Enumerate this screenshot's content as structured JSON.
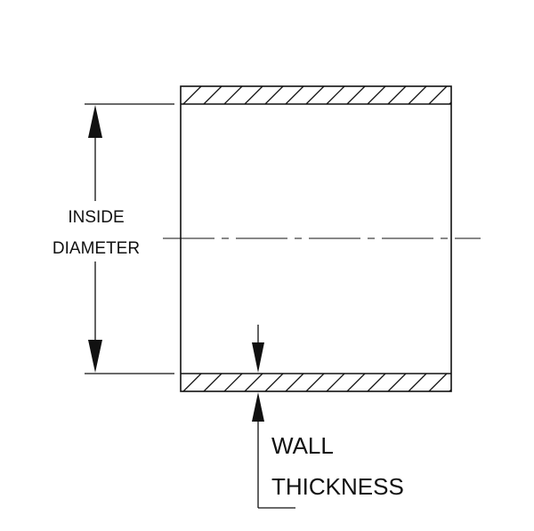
{
  "labels": {
    "inside_diameter_line1": "INSIDE",
    "inside_diameter_line2": "DIAMETER",
    "wall_thickness_line1": "WALL",
    "wall_thickness_line2": "THICKNESS"
  },
  "colors": {
    "line": "#111111",
    "background": "#ffffff"
  }
}
